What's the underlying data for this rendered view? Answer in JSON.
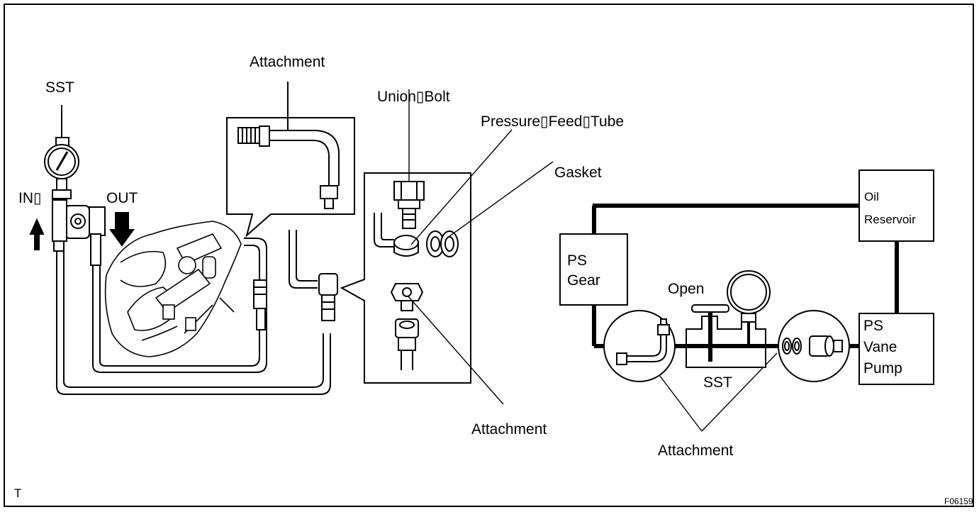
{
  "labels": {
    "sst_top": "SST",
    "attachment_top": "Attachment",
    "union_bolt": "Union▯Bolt",
    "pressure_feed_tube": "Pressure▯Feed▯Tube",
    "gasket": "Gasket",
    "in": "IN▯",
    "out": "OUT",
    "attachment_mid": "Attachment",
    "oil_reservoir_line1": "Oil",
    "oil_reservoir_line2": "Reservoir",
    "ps_gear_line1": "PS",
    "ps_gear_line2": "Gear",
    "open": "Open",
    "ps_vane_pump_line1": "PS",
    "ps_vane_pump_line2": "Vane",
    "ps_vane_pump_line3": "Pump",
    "sst_right": "SST",
    "attachment_right": "Attachment",
    "corner_t": "T",
    "figure_id": "F06159"
  },
  "icons": {
    "gauge": "pressure-gauge-icon",
    "arrow_in": "arrow-up-icon",
    "arrow_out": "arrow-down-icon"
  }
}
